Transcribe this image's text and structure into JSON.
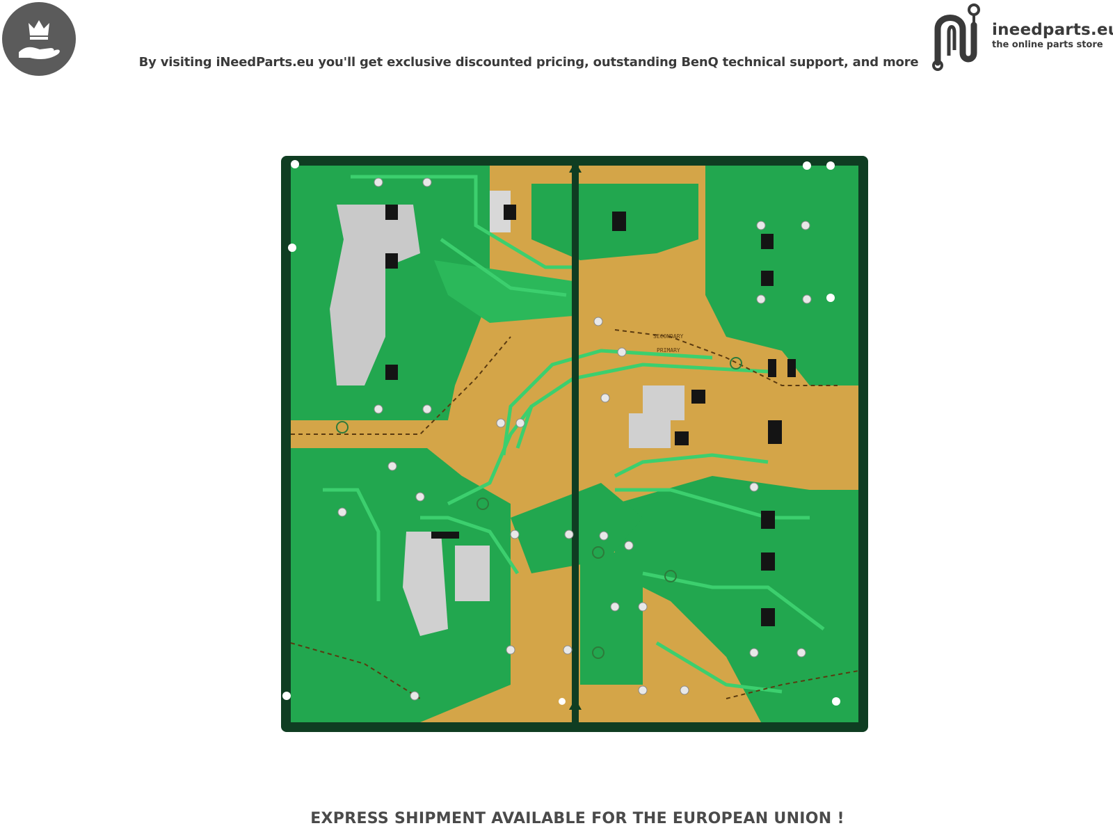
{
  "header": {
    "badge_icon": "crown-hand-icon",
    "tagline": "By visiting iNeedParts.eu you'll get exclusive discounted pricing, outstanding BenQ technical support, and more",
    "logo": {
      "name": "ineedparts.eu",
      "subtitle": "the online parts store",
      "icon": "ineedparts-logo-icon"
    }
  },
  "product": {
    "image_icon": "pcb-board-image",
    "silkscreen": {
      "secondary": "SECONDARY",
      "primary": "PRIMARY"
    }
  },
  "footer": {
    "shipping_notice": "EXPRESS SHIPMENT AVAILABLE FOR THE EUROPEAN UNION !"
  },
  "colors": {
    "badge_bg": "#5b5b5b",
    "text": "#3a3a3a",
    "pcb_green": "#22a74f",
    "pcb_copper": "#d4a548",
    "pcb_edge": "#0f3d22"
  }
}
